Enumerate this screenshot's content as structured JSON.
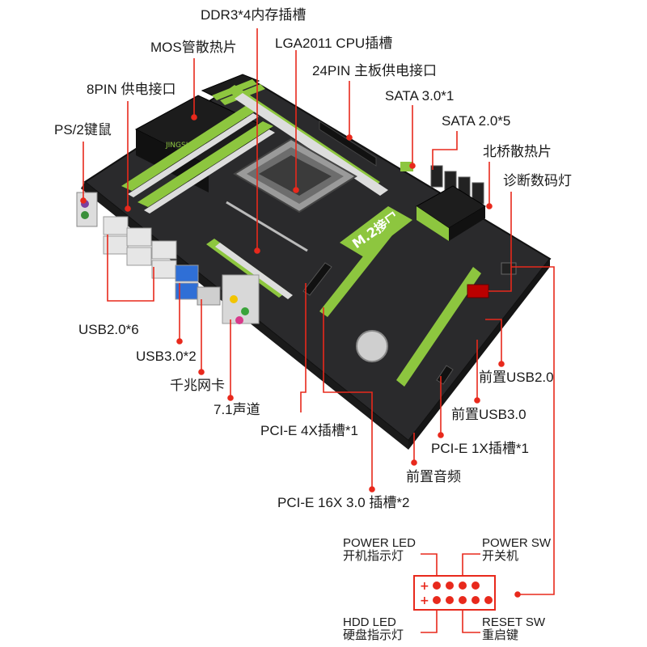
{
  "labels": {
    "ddr3": "DDR3*4内存插槽",
    "mos": "MOS管散热片",
    "lga": "LGA2011 CPU插槽",
    "pin24": "24PIN 主板供电接口",
    "pin8": "8PIN 供电接口",
    "sata3": "SATA 3.0*1",
    "sata2": "SATA 2.0*5",
    "ps2": "PS/2键鼠",
    "northbridge": "北桥散热片",
    "debug_led": "诊断数码灯",
    "usb2_rear": "USB2.0*6",
    "usb3_rear": "USB3.0*2",
    "lan": "千兆网卡",
    "audio": "7.1声道",
    "pcie4x": "PCI-E 4X插槽*1",
    "front_usb2": "前置USB2.0",
    "front_usb3": "前置USB3.0",
    "pcie1x": "PCI-E 1X插槽*1",
    "front_audio": "前置音频",
    "pcie16x": "PCI-E 16X 3.0 插槽*2"
  },
  "board": {
    "m2_label": "M.2接口",
    "brand_small": "JINGSHA"
  },
  "panel": {
    "power_led_en": "POWER LED",
    "power_led_cn": "开机指示灯",
    "power_sw_en": "POWER SW",
    "power_sw_cn": "开关机",
    "hdd_led_en": "HDD LED",
    "hdd_led_cn": "硬盘指示灯",
    "reset_sw_en": "RESET SW",
    "reset_sw_cn": "重启键",
    "plus_top": "+",
    "plus_bottom": "+"
  },
  "colors": {
    "pcb": "#2a2a2c",
    "accent_green": "#8dc63f",
    "callout_line": "#e8291c",
    "text": "#1a1a1a"
  }
}
